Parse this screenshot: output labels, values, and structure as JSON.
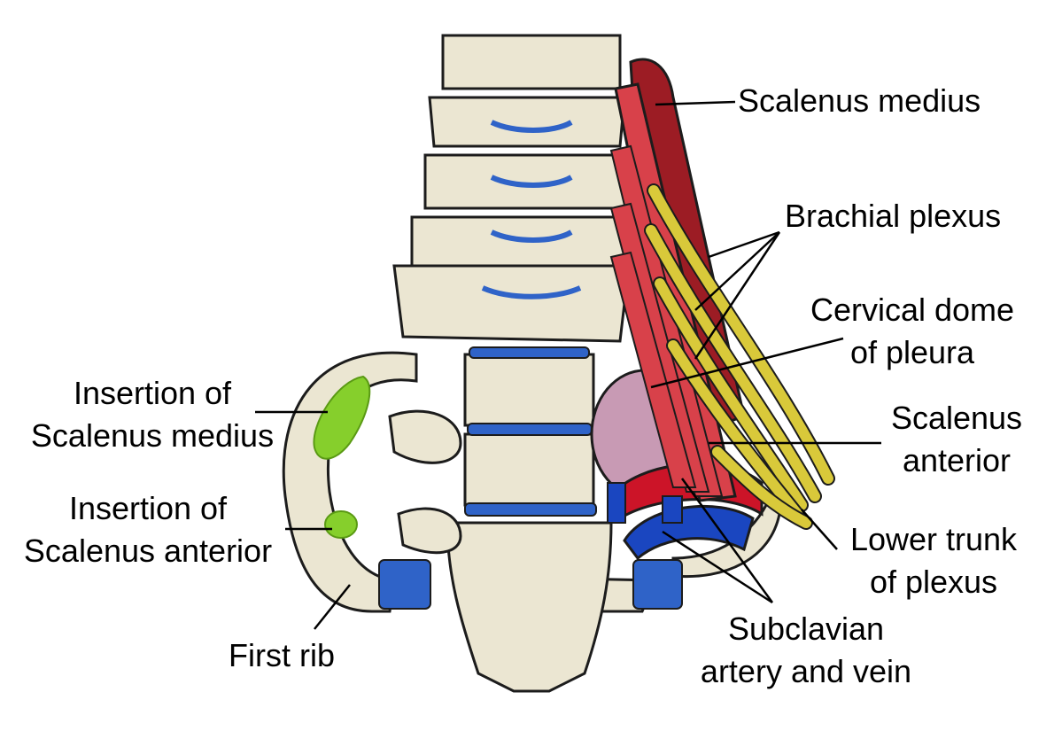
{
  "colors": {
    "bone": "#ebe6d2",
    "bone_shade": "#cfc7a8",
    "outline": "#1c1c1c",
    "disc_blue": "#2f63c8",
    "muscle_red": "#d8414a",
    "muscle_dark": "#9c1c24",
    "nerve_yellow": "#d9c93a",
    "pleura_pink": "#c89ab4",
    "artery_red": "#cc1428",
    "vein_blue": "#1a46c0",
    "insertion_green": "#86cf2c"
  },
  "labels": {
    "scalenus_medius": "Scalenus medius",
    "brachial_plexus": "Brachial plexus",
    "cervical_dome": [
      "Cervical dome",
      "of pleura"
    ],
    "scalenus_anterior": [
      "Scalenus",
      "anterior"
    ],
    "lower_trunk": [
      "Lower trunk",
      "of plexus"
    ],
    "subclavian": [
      "Subclavian",
      "artery and vein"
    ],
    "insertion_medius": [
      "Insertion of",
      "Scalenus medius"
    ],
    "insertion_anterior": [
      "Insertion of",
      "Scalenus anterior"
    ],
    "first_rib": "First rib"
  }
}
